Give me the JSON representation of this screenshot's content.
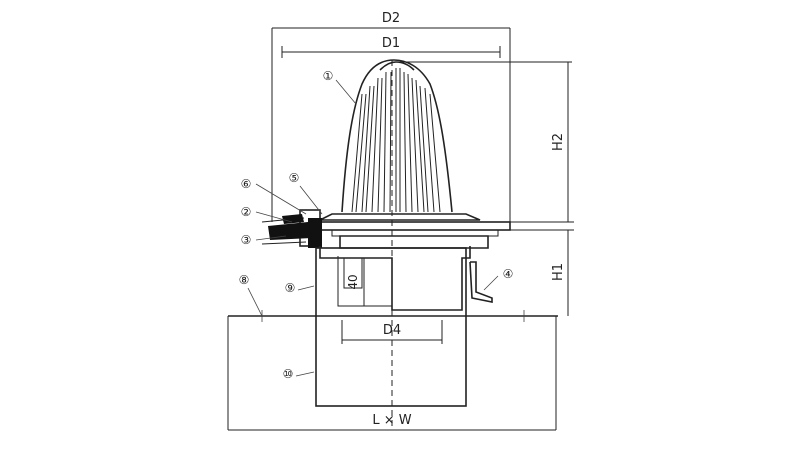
{
  "dimensions": {
    "d2": "D2",
    "d1": "D1",
    "h2": "H2",
    "h1": "H1",
    "d4": "D4",
    "dim40": "40",
    "lxw": "L × W"
  },
  "parts": [
    "①",
    "②",
    "③",
    "④",
    "⑤",
    "⑥",
    "⑧",
    "⑨",
    "⑩"
  ]
}
